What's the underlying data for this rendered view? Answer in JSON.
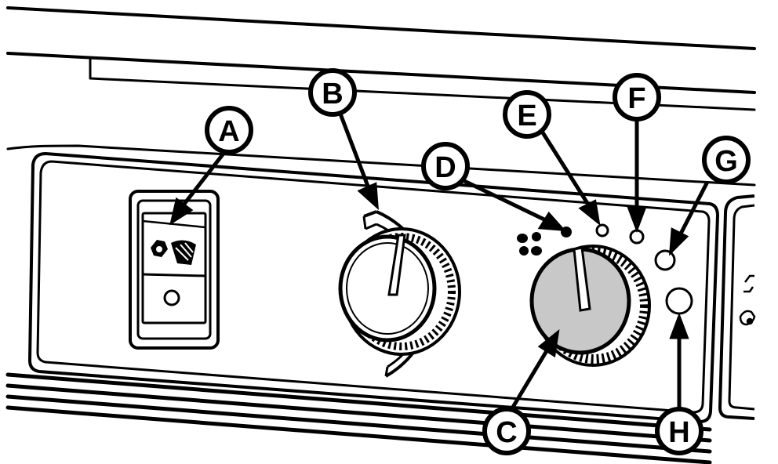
{
  "callouts": [
    {
      "id": "a",
      "label": "A",
      "target": "wiper-rocker-switch"
    },
    {
      "id": "b",
      "label": "B",
      "target": "temperature-knob"
    },
    {
      "id": "c",
      "label": "C",
      "target": "fan-speed-knob"
    },
    {
      "id": "d",
      "label": "D",
      "target": "indicator-d"
    },
    {
      "id": "e",
      "label": "E",
      "target": "indicator-e"
    },
    {
      "id": "f",
      "label": "F",
      "target": "indicator-f"
    },
    {
      "id": "g",
      "label": "G",
      "target": "indicator-g"
    },
    {
      "id": "h",
      "label": "H",
      "target": "indicator-h"
    }
  ],
  "colors": {
    "ink": "#000000",
    "paper": "#ffffff",
    "fan_knob_fill": "#c8c8c8"
  },
  "icons": {
    "fan": "fan-icon",
    "wiper": "windshield-wiper-icon",
    "washer": "washer-icon"
  }
}
